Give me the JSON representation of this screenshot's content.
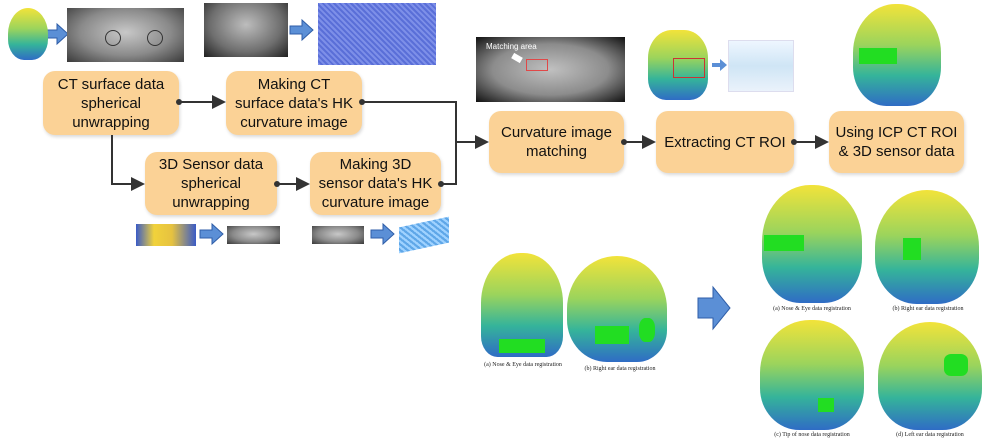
{
  "flow": {
    "ct_unwrap": "CT surface data\nspherical\nunwrapping",
    "ct_hk": "Making CT\nsurface data's HK\ncurvature image",
    "sensor_unwrap": "3D Sensor data\nspherical\nunwrapping",
    "sensor_hk": "Making 3D\nsensor data's HK\ncurvature image",
    "matching": "Curvature image\nmatching",
    "extract": "Extracting CT ROI",
    "icp": "Using ICP CT ROI\n& 3D sensor data"
  },
  "matching_label": "Matching area",
  "captions_left": {
    "nose_eye": "(a) Nose & Eye data registration",
    "right_ear": "(b) Right ear data registration"
  },
  "captions_right": {
    "a": "(a) Nose & Eye data registration",
    "b": "(b) Right ear data registration",
    "c": "(c) Tip of nose data registration",
    "d": "(d) Left ear data registration"
  },
  "colors": {
    "box_fill": "#fbd296",
    "arrow": "#333333",
    "block_arrow": "#5b8fd6",
    "roi_green": "#22dd22"
  }
}
